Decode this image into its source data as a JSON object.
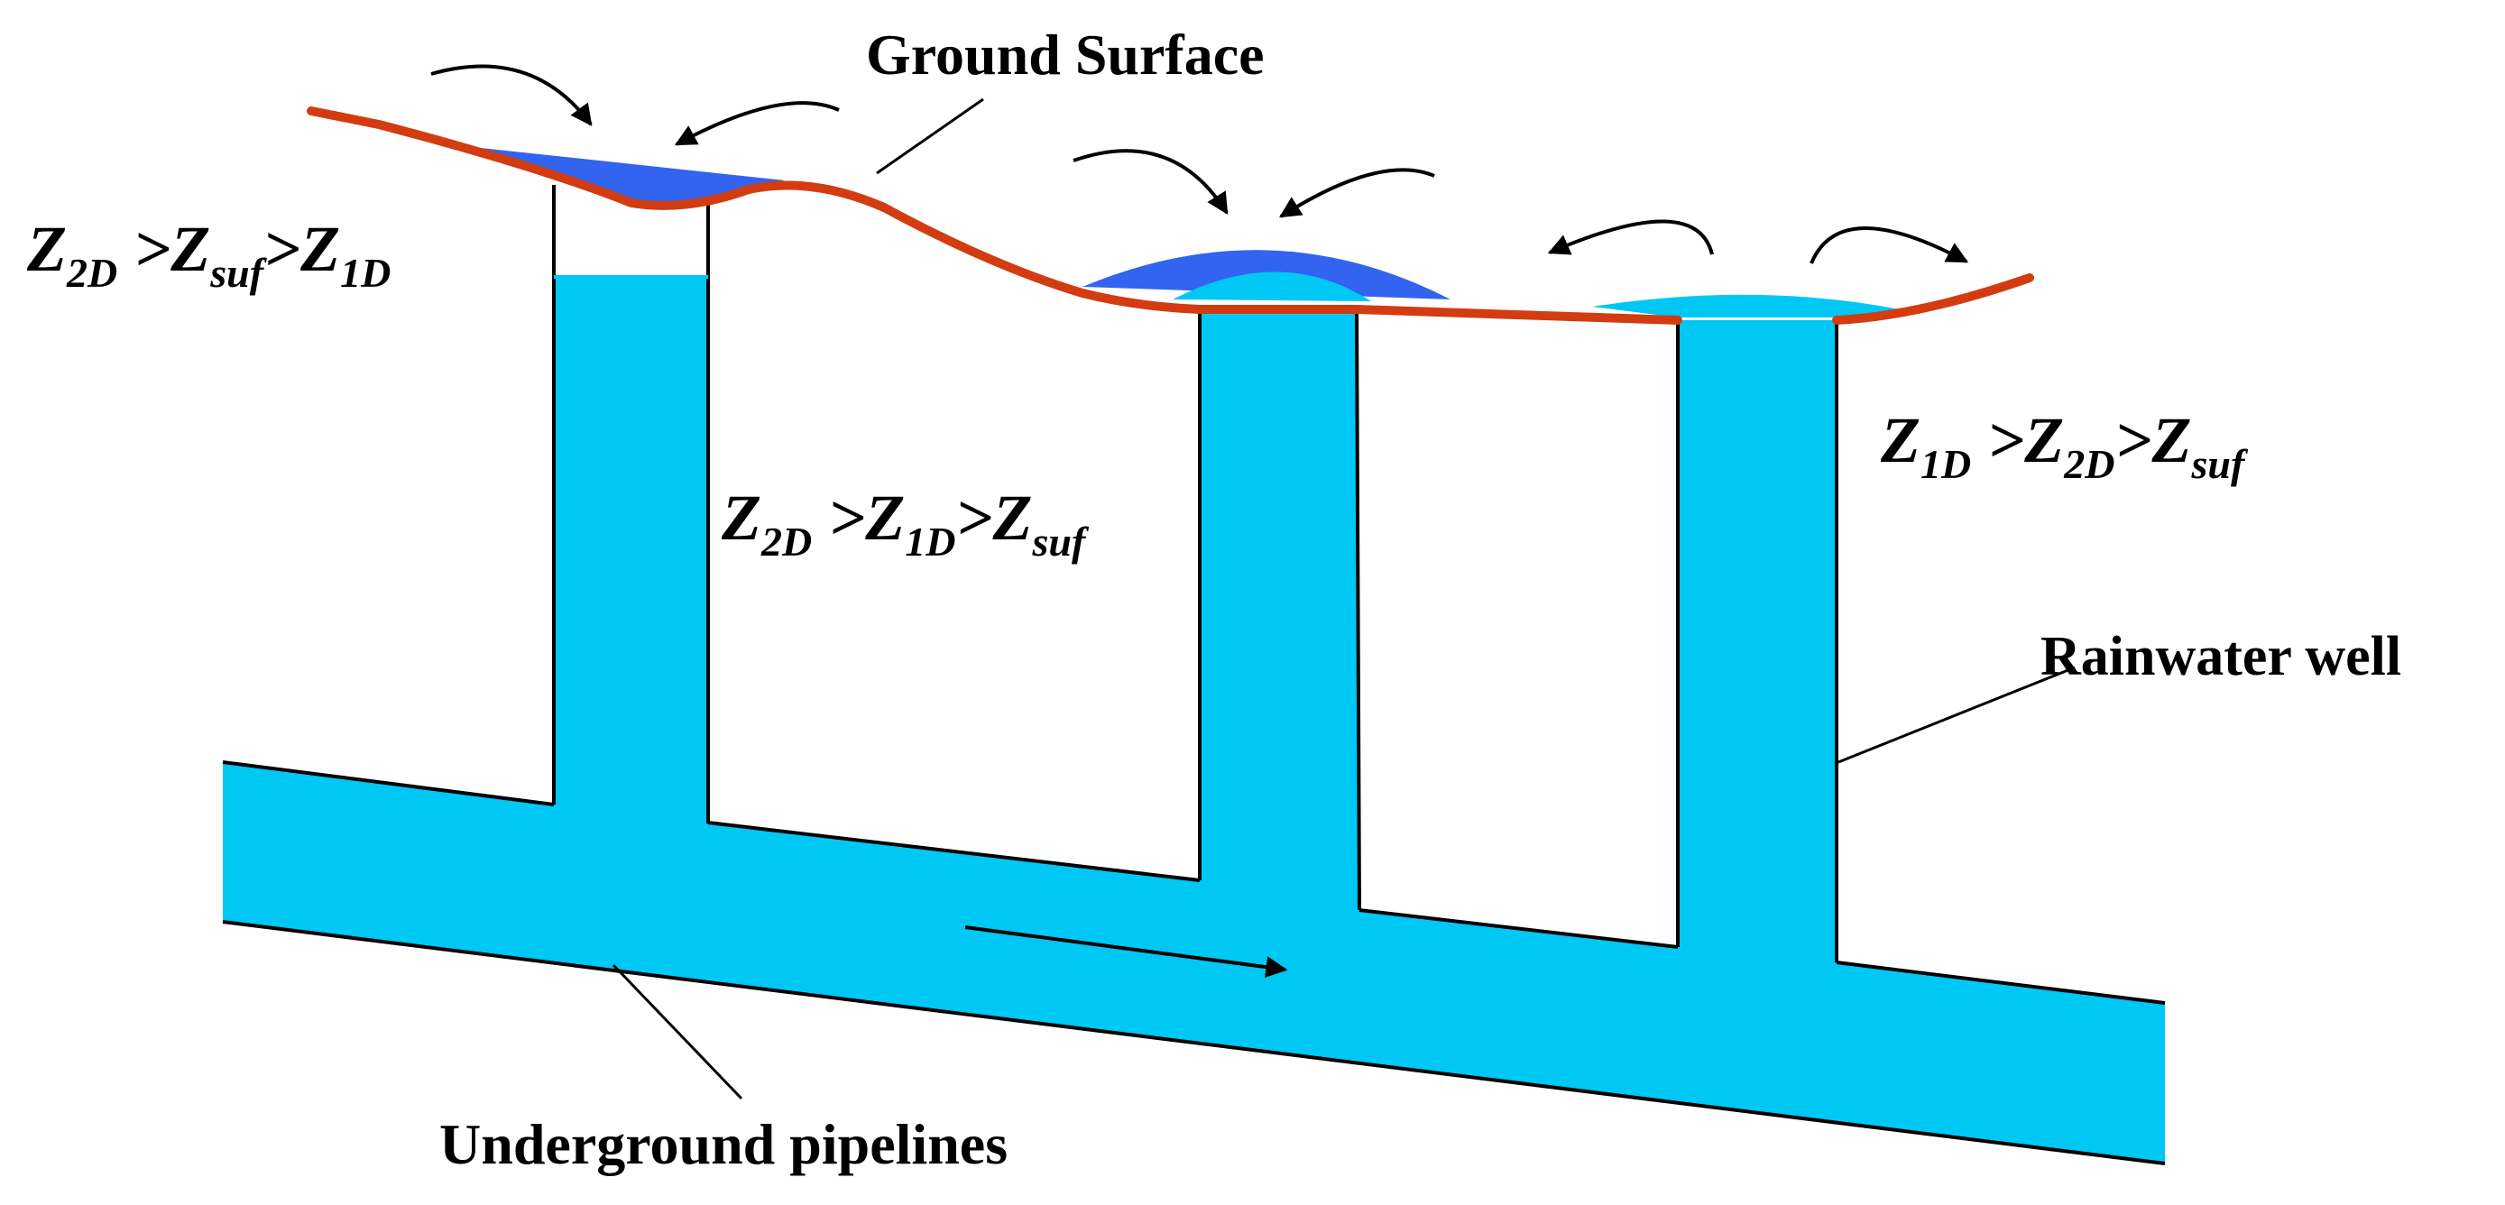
{
  "labels": {
    "ground_surface": "Ground Surface",
    "rainwater_well": "Rainwater well",
    "underground_pipelines": "Underground pipelines"
  },
  "conditions": [
    {
      "name": "left-well-condition",
      "parts": [
        {
          "main": "Z",
          "sub": "2D"
        },
        {
          "main": " >Z",
          "sub": "suf"
        },
        {
          "main": ">Z",
          "sub": "1D"
        }
      ]
    },
    {
      "name": "middle-well-condition",
      "parts": [
        {
          "main": "Z",
          "sub": "2D"
        },
        {
          "main": " >Z",
          "sub": "1D"
        },
        {
          "main": ">Z",
          "sub": "suf"
        }
      ]
    },
    {
      "name": "right-well-condition",
      "parts": [
        {
          "main": "Z",
          "sub": "1D"
        },
        {
          "main": " >Z",
          "sub": "2D"
        },
        {
          "main": ">Z",
          "sub": "suf"
        }
      ]
    }
  ],
  "colors": {
    "water": "#00c8f5",
    "ponded_water": "#3264f0",
    "ground_line": "#d23c10",
    "line": "#000000",
    "background": "#ffffff"
  },
  "icons": [
    "curved-arrow-icon",
    "straight-arrow-icon"
  ]
}
